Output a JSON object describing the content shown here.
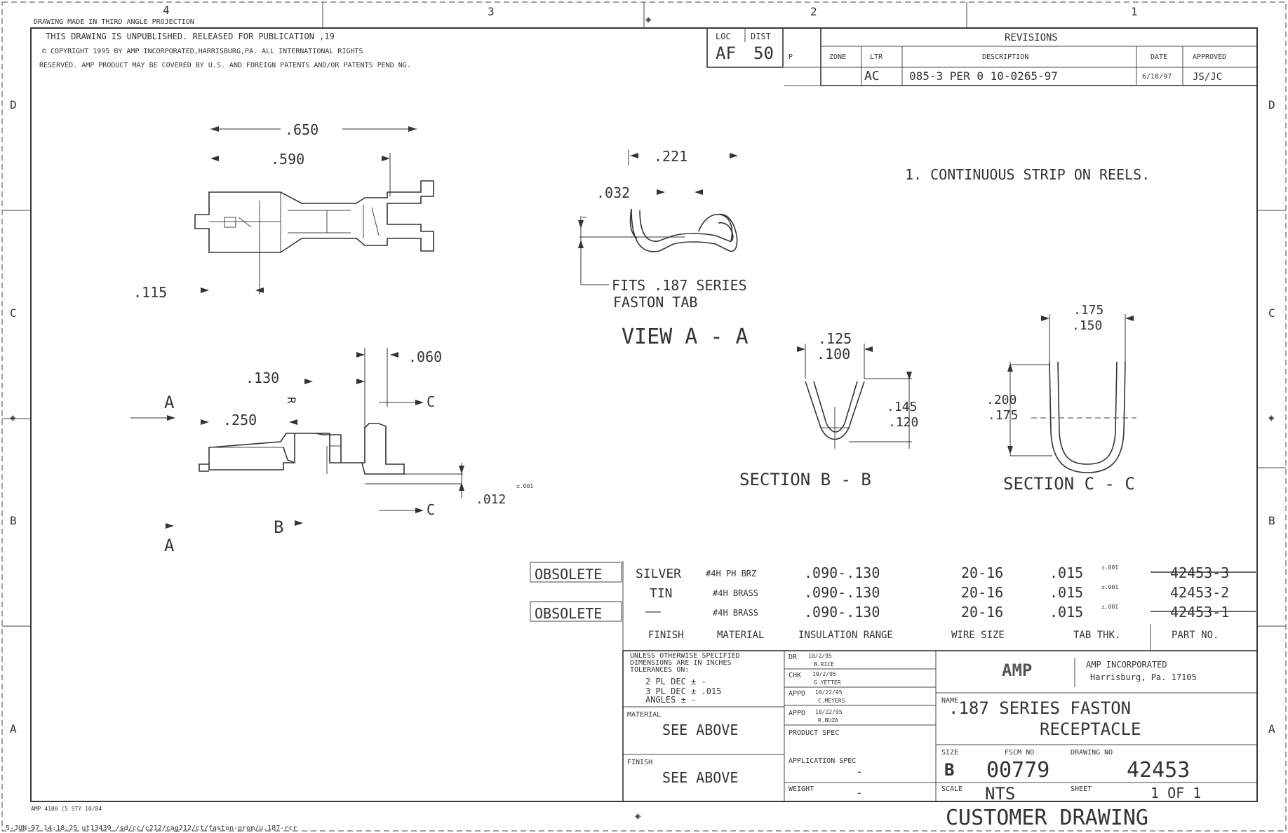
{
  "title_block_header": {
    "projection_note": "DRAWING MADE IN THIRD ANGLE PROJECTION",
    "copyright_line1": "THIS DRAWING IS UNPUBLISHED.   RELEASED FOR PUBLICATION   ,19",
    "copyright_line2": "© COPYRIGHT 1995     BY   AMP   INCORPORATED,HARRISBURG,PA.   ALL INTERNATIONAL RIGHTS",
    "copyright_line3": "RESERVED. AMP PRODUCT MAY BE COVERED BY U.S. AND FOREIGN PATENTS AND/OR PATENTS PEND NG.",
    "loc_label": "LOC",
    "dist_label": "DIST",
    "loc_value": "AF",
    "dist_value": "50",
    "p_label": "P"
  },
  "zone_numbers": [
    "4",
    "3",
    "2",
    "1"
  ],
  "zone_letters": [
    "D",
    "C",
    "B",
    "A"
  ],
  "revisions": {
    "title": "REVISIONS",
    "headers": [
      "ZONE",
      "LTR",
      "DESCRIPTION",
      "DATE",
      "APPROVED"
    ],
    "rows": [
      {
        "ltr": "AC",
        "description": "085-3 PER 0 10-0265-97",
        "date": "6/18/97",
        "approved": "JS/JC"
      }
    ]
  },
  "notes": {
    "note1": "1.   CONTINUOUS STRIP ON REELS."
  },
  "views": {
    "top_view": {
      "dim_650": ".650",
      "dim_590": ".590",
      "dim_115": ".115"
    },
    "view_aa": {
      "dim_221": ".221",
      "dim_032": ".032",
      "fits_line1": "FITS .187 SERIES",
      "fits_line2": "FASTON TAB",
      "label": "VIEW A - A"
    },
    "side_view": {
      "dim_060": ".060",
      "dim_130": ".130",
      "dim_250": ".250",
      "dim_012": ".012",
      "tol_012": "±.001",
      "label_a_top": "A",
      "label_a_bottom": "A",
      "label_b": "B",
      "label_c_top": "C",
      "label_c_bottom": "C",
      "r_label": "R"
    },
    "section_bb": {
      "dim_top1": ".125",
      "dim_top2": ".100",
      "dim_side1": ".145",
      "dim_side2": ".120",
      "label": "SECTION B - B"
    },
    "section_cc": {
      "dim_top1": ".175",
      "dim_top2": ".150",
      "dim_side1": ".200",
      "dim_side2": ".175",
      "label": "SECTION C - C"
    }
  },
  "parts_table": {
    "headers": [
      "FINISH",
      "MATERIAL",
      "INSULATION RANGE",
      "WIRE SIZE",
      "TAB THK.",
      "PART NO."
    ],
    "rows": [
      {
        "status": "OBSOLETE",
        "finish": "SILVER",
        "material": "#4H PH BRZ",
        "insulation": ".090-.130",
        "wire": "20-16",
        "tab": ".015",
        "tab_tol": "±.001",
        "part": "42453-3"
      },
      {
        "status": "",
        "finish": "TIN",
        "material": "#4H BRASS",
        "insulation": ".090-.130",
        "wire": "20-16",
        "tab": ".015",
        "tab_tol": "±.001",
        "part": "42453-2"
      },
      {
        "status": "OBSOLETE",
        "finish": "——",
        "material": "#4H BRASS",
        "insulation": ".090-.130",
        "wire": "20-16",
        "tab": ".015",
        "tab_tol": "±.001",
        "part": "42453-1"
      }
    ]
  },
  "title_block": {
    "tolerance_lines": [
      "UNLESS OTHERWISE SPECIFIED",
      "DIMENSIONS ARE IN INCHES",
      "TOLERANCES ON:",
      "2 PL DEC ± -",
      "3 PL DEC ± .015",
      "ANGLES ± -"
    ],
    "dr": "DR",
    "dr_date": "10/2/95",
    "dr_name": "B.RICE",
    "chk": "CHK",
    "chk_date": "10/2/95",
    "chk_name": "G.YETTER",
    "appd1": "APPD",
    "appd1_date": "10/22/95",
    "appd1_name": "C.MEYERS",
    "appd2": "APPD",
    "appd2_date": "10/22/95",
    "appd2_name": "R.BUZA",
    "product_spec": "PRODUCT SPEC",
    "application_spec": "APPLICATION SPEC",
    "application_spec_value": "-",
    "weight": "WEIGHT",
    "weight_value": "-",
    "material_label": "MATERIAL",
    "material_value": "SEE ABOVE",
    "finish_label": "FINISH",
    "finish_value": "SEE ABOVE",
    "company_logo": "AMP",
    "company_name": "AMP INCORPORATED",
    "company_city": "Harrisburg, Pa. 17105",
    "name_label": "NAME",
    "name_line1": ".187 SERIES FASTON",
    "name_line2": "RECEPTACLE",
    "size_label": "SIZE",
    "size_value": "B",
    "fscm_label": "FSCM NO",
    "fscm_value": "00779",
    "drawing_no_label": "DRAWING NO",
    "drawing_no_value": "42453",
    "scale_label": "SCALE",
    "scale_value": "NTS",
    "sheet_label": "SHEET",
    "sheet_value": "1 OF 1"
  },
  "footer": {
    "form_no": "AMP 4100 (5 STY 10/84",
    "plot_info": "5-JUN-97     14:18:25   ut13439   /sd/cc/c212/cag212/ct/faston-prom/u.187-rcr",
    "customer_drawing": "CUSTOMER DRAWING"
  }
}
